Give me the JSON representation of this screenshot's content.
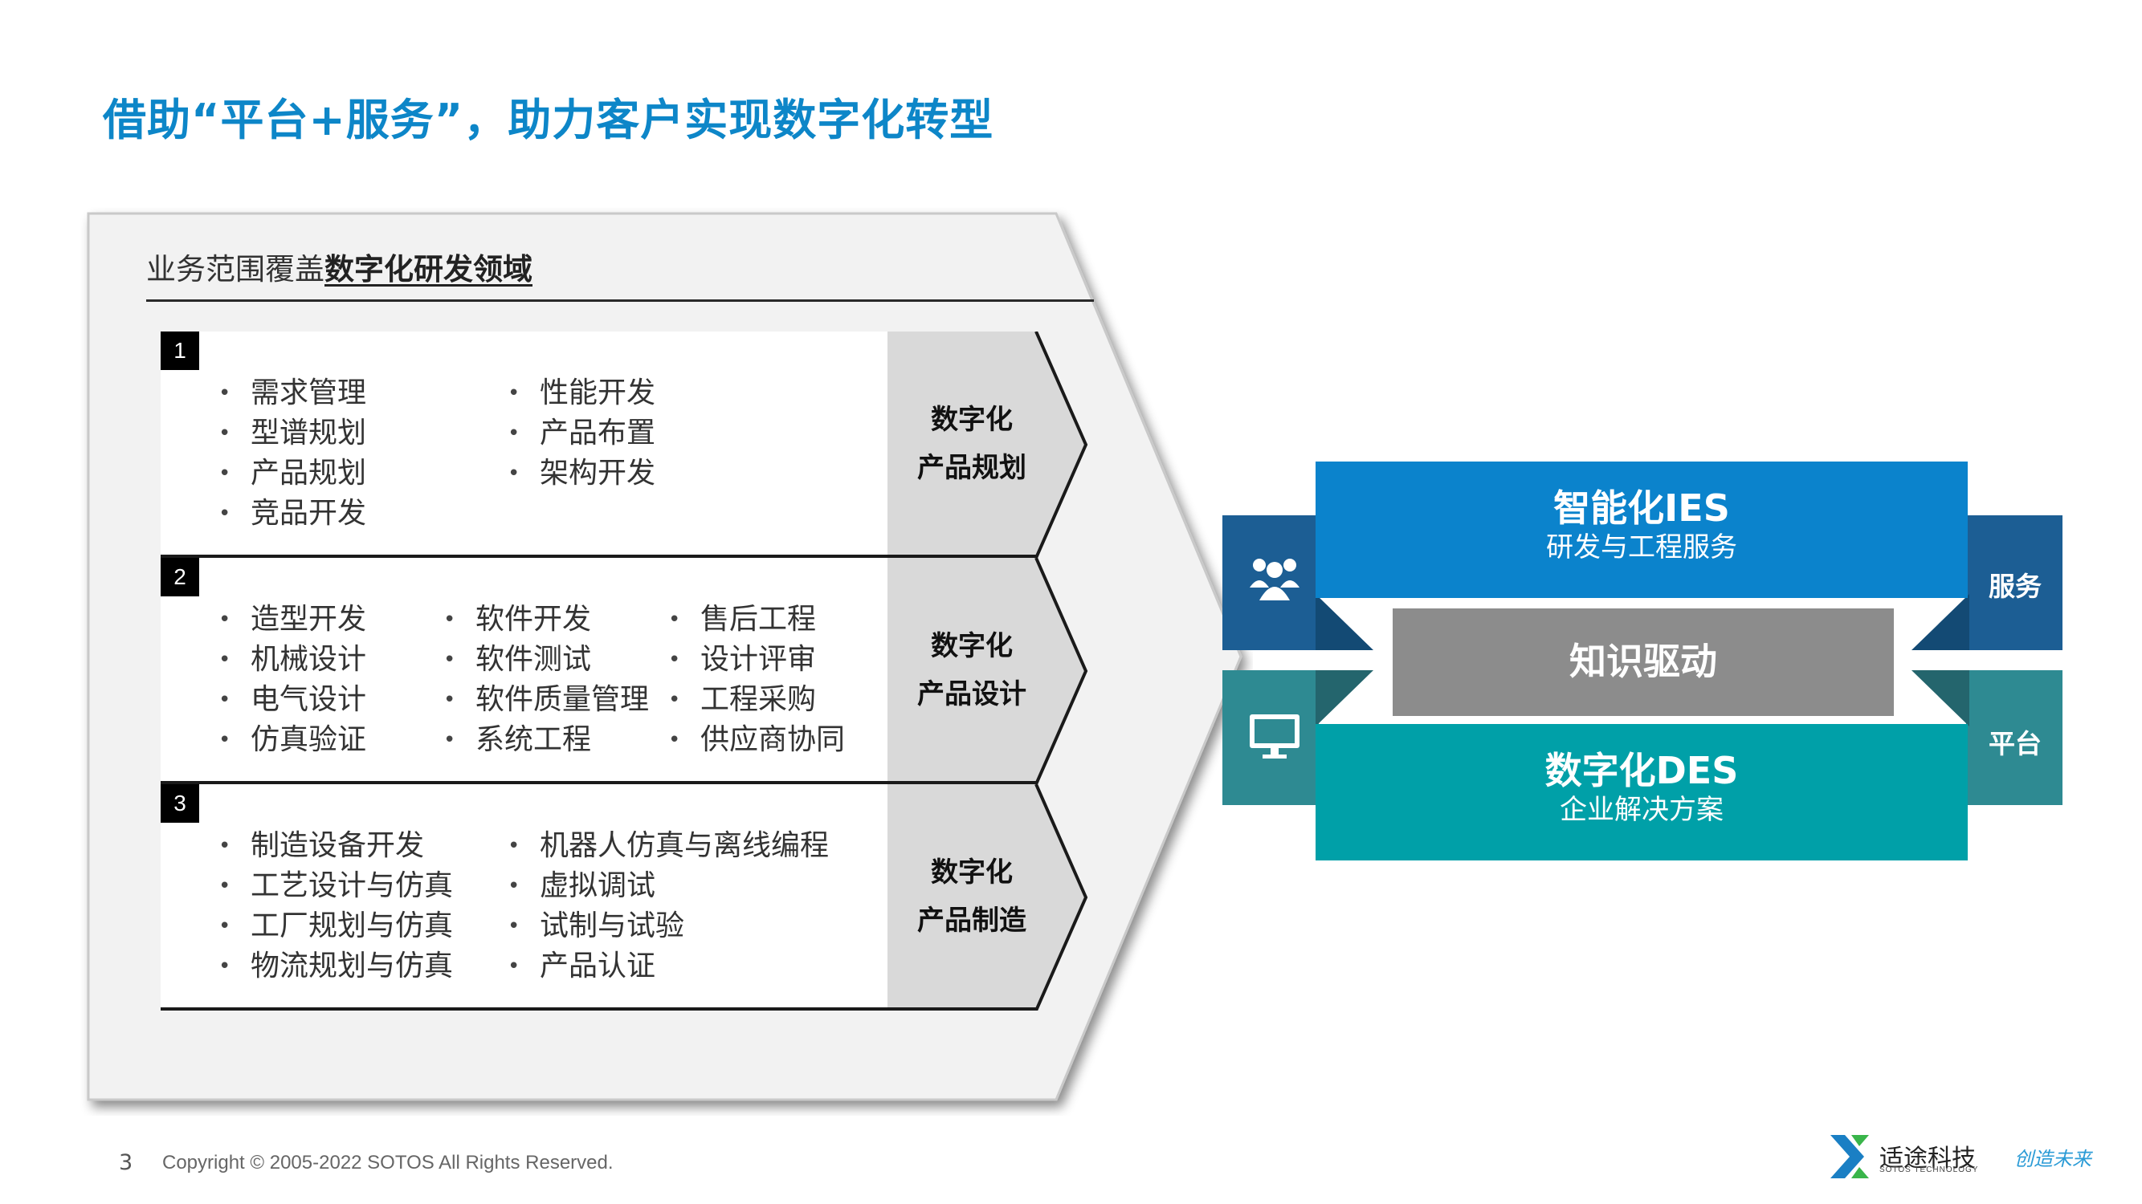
{
  "slide": {
    "title": "借助“平台+服务”，助力客户实现数字化转型",
    "scope_label_prefix": "业务范围覆盖",
    "scope_label_bold": "数字化研发领域",
    "rows": [
      {
        "number": "1",
        "columns": [
          [
            "需求管理",
            "型谱规划",
            "产品规划",
            "竞品开发"
          ],
          [
            "性能开发",
            "产品布置",
            "架构开发"
          ]
        ],
        "tag_line1": "数字化",
        "tag_line2": "产品规划"
      },
      {
        "number": "2",
        "columns": [
          [
            "造型开发",
            "机械设计",
            "电气设计",
            "仿真验证"
          ],
          [
            "软件开发",
            "软件测试",
            "软件质量管理",
            "系统工程"
          ],
          [
            "售后工程",
            "设计评审",
            "工程采购",
            "供应商协同"
          ]
        ],
        "tag_line1": "数字化",
        "tag_line2": "产品设计"
      },
      {
        "number": "3",
        "columns": [
          [
            "制造设备开发",
            "工艺设计与仿真",
            "工厂规划与仿真",
            "物流规划与仿真"
          ],
          [
            "机器人仿真与离线编程",
            "虚拟调试",
            "试制与试验",
            "产品认证"
          ]
        ],
        "tag_line1": "数字化",
        "tag_line2": "产品制造"
      }
    ],
    "bullet": "•"
  },
  "graphic": {
    "ies_title": "智能化IES",
    "ies_sub": "研发与工程服务",
    "knowledge": "知识驱动",
    "des_title": "数字化DES",
    "des_sub": "企业解决方案",
    "service_label": "服务",
    "platform_label": "平台",
    "service_icon": "people-group-icon",
    "platform_icon": "monitor-icon",
    "colors": {
      "blue": "#0b83cc",
      "dark_blue": "#1c5e94",
      "teal": "#00a0a8",
      "dark_teal": "#2e8a92",
      "gray": "#8c8c8c"
    }
  },
  "footer": {
    "page_number": "3",
    "copyright": "Copyright © 2005-2022 SOTOS All Rights Reserved.",
    "logo_name": "适途科技",
    "logo_sub": "SOTOS TECHNOLOGY",
    "slogan": "创造未来"
  }
}
